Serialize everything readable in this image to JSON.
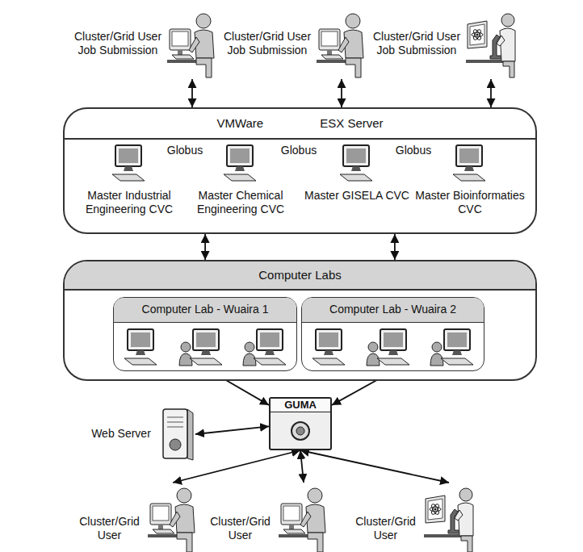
{
  "diagram": {
    "nodes": [
      {
        "text": [
          "Cluster/Grid User Job Submission"
        ]
      },
      {
        "text": [
          "Cluster/Grid User Job Submission"
        ]
      },
      {
        "text": [
          "Cluster/Grid User Job Submission"
        ]
      },
      {
        "text": [
          "VMWare",
          "ESX Server"
        ]
      },
      {
        "text": [
          "Master Industrial Engineering CVC"
        ],
        "in": 3
      },
      {
        "text": [
          "Master Chemical Engineering CVC"
        ],
        "in": 3
      },
      {
        "text": [
          "Master GISELA CVC"
        ],
        "in": 3
      },
      {
        "text": [
          "Master Bioinformaties CVC"
        ],
        "in": 3
      },
      {
        "text": [
          "Computer Labs"
        ]
      },
      {
        "text": [
          "Computer Lab - Wuaira 1"
        ],
        "in": 8
      },
      {
        "text": [
          "Computer Lab - Wuaira 2"
        ],
        "in": 8
      },
      {
        "text": [
          "Web Server"
        ]
      },
      {
        "text": [
          "GUMA"
        ]
      },
      {
        "text": [
          "Cluster/Grid User"
        ]
      },
      {
        "text": [
          "Cluster/Grid User"
        ]
      },
      {
        "text": [
          "Cluster/Grid User"
        ]
      }
    ],
    "edges": [
      {
        "from": 0,
        "to": 3,
        "arrow": "both"
      },
      {
        "from": 1,
        "to": 3,
        "arrow": "both"
      },
      {
        "from": 2,
        "to": 3,
        "arrow": "both"
      },
      {
        "from": 4,
        "to": 5,
        "label": "Globus",
        "arrow": "both"
      },
      {
        "from": 5,
        "to": 6,
        "label": "Globus",
        "arrow": "both"
      },
      {
        "from": 6,
        "to": 7,
        "label": "Globus",
        "arrow": "both"
      },
      {
        "from": 3,
        "to": 8,
        "arrow": "both"
      },
      {
        "from": 3,
        "to": 8,
        "arrow": "both"
      },
      {
        "from": 9,
        "to": 12,
        "arrow": "both"
      },
      {
        "from": 10,
        "to": 12,
        "arrow": "both"
      },
      {
        "from": 11,
        "to": 12,
        "arrow": "both"
      },
      {
        "from": 12,
        "to": 13,
        "arrow": "both"
      },
      {
        "from": 12,
        "to": 14,
        "arrow": "both"
      },
      {
        "from": 12,
        "to": 15,
        "arrow": "both"
      }
    ]
  }
}
